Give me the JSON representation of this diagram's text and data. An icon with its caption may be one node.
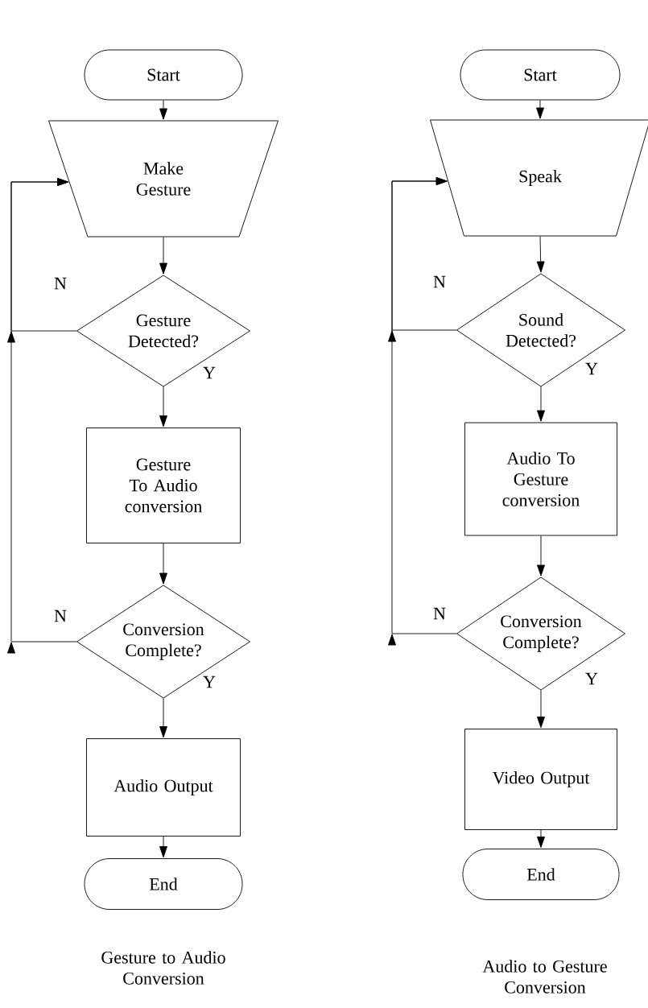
{
  "diagram": {
    "nodes": [
      {
        "text": [
          "Start"
        ]
      },
      {
        "text": [
          "Make Gesture"
        ]
      },
      {
        "text": [
          "Gesture Detected?"
        ]
      },
      {
        "text": [
          "Gesture To Audio conversion"
        ]
      },
      {
        "text": [
          "Conversion Complete?"
        ]
      },
      {
        "text": [
          "Audio Output"
        ]
      },
      {
        "text": [
          "End"
        ]
      },
      {
        "text": [
          "Start"
        ]
      },
      {
        "text": [
          "Speak"
        ]
      },
      {
        "text": [
          "Sound Detected?"
        ]
      },
      {
        "text": [
          "Audio To Gesture conversion"
        ]
      },
      {
        "text": [
          "Conversion Complete?"
        ]
      },
      {
        "text": [
          "Video Output"
        ]
      },
      {
        "text": [
          "End"
        ]
      }
    ],
    "edges": [
      {
        "from": 0,
        "to": 1,
        "arrow": "to"
      },
      {
        "from": 1,
        "to": 2,
        "arrow": "to"
      },
      {
        "from": 2,
        "to": 3,
        "arrow": "to",
        "label": "Y"
      },
      {
        "from": 3,
        "to": 4,
        "arrow": "to"
      },
      {
        "from": 4,
        "to": 5,
        "arrow": "to",
        "label": "Y"
      },
      {
        "from": 5,
        "to": 6,
        "arrow": "to"
      },
      {
        "from": 2,
        "to": 1,
        "arrow": "to",
        "label": "N"
      },
      {
        "from": 4,
        "to": 1,
        "arrow": "to",
        "label": "N"
      },
      {
        "from": 7,
        "to": 8,
        "arrow": "to"
      },
      {
        "from": 8,
        "to": 9,
        "arrow": "to"
      },
      {
        "from": 9,
        "to": 10,
        "arrow": "to",
        "label": "Y"
      },
      {
        "from": 10,
        "to": 11,
        "arrow": "to"
      },
      {
        "from": 11,
        "to": 12,
        "arrow": "to",
        "label": "Y"
      },
      {
        "from": 12,
        "to": 13,
        "arrow": "to"
      },
      {
        "from": 9,
        "to": 8,
        "arrow": "to",
        "label": "N"
      },
      {
        "from": 11,
        "to": 8,
        "arrow": "to",
        "label": "N"
      }
    ],
    "labels": [
      "Gesture to Audio Conversion",
      "Audio to Gesture Conversion"
    ]
  }
}
